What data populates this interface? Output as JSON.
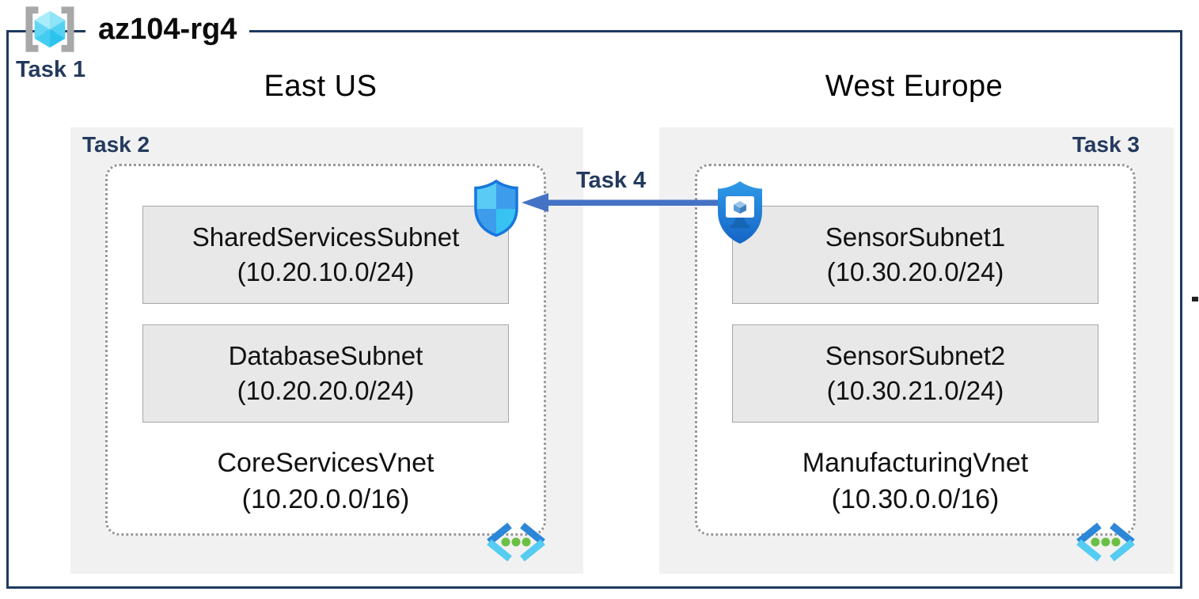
{
  "resource_group": {
    "title": "az104-rg4",
    "task_label": "Task 1",
    "icon": "resource-group-icon"
  },
  "regions": [
    {
      "name": "East US",
      "task_label": "Task 2",
      "attached_icon": "network-security-group-icon",
      "vnet": {
        "name": "CoreServicesVnet",
        "cidr": "(10.20.0.0/16)",
        "icon": "virtual-network-icon",
        "subnets": [
          {
            "name": "SharedServicesSubnet",
            "cidr": "(10.20.10.0/24)"
          },
          {
            "name": "DatabaseSubnet",
            "cidr": "(10.20.20.0/24)"
          }
        ]
      }
    },
    {
      "name": "West Europe",
      "task_label": "Task 3",
      "attached_icon": "bastion-icon",
      "vnet": {
        "name": "ManufacturingVnet",
        "cidr": "(10.30.0.0/16)",
        "icon": "virtual-network-icon",
        "subnets": [
          {
            "name": "SensorSubnet1",
            "cidr": "(10.30.20.0/24)"
          },
          {
            "name": "SensorSubnet2",
            "cidr": "(10.30.21.0/24)"
          }
        ]
      }
    }
  ],
  "connection": {
    "task_label": "Task 4",
    "arrow_direction": "right-to-left"
  },
  "colors": {
    "border_navy": "#1e3a5f",
    "task_label_navy": "#243a5e",
    "panel_gray": "#f1f1f1",
    "subnet_fill": "#e8e8e8",
    "subnet_border": "#a6a6a6",
    "arrow_blue": "#4472c4",
    "cyan_light": "#55ccf2",
    "azure_blue": "#2c87d8",
    "dot_green": "#6abf45"
  }
}
